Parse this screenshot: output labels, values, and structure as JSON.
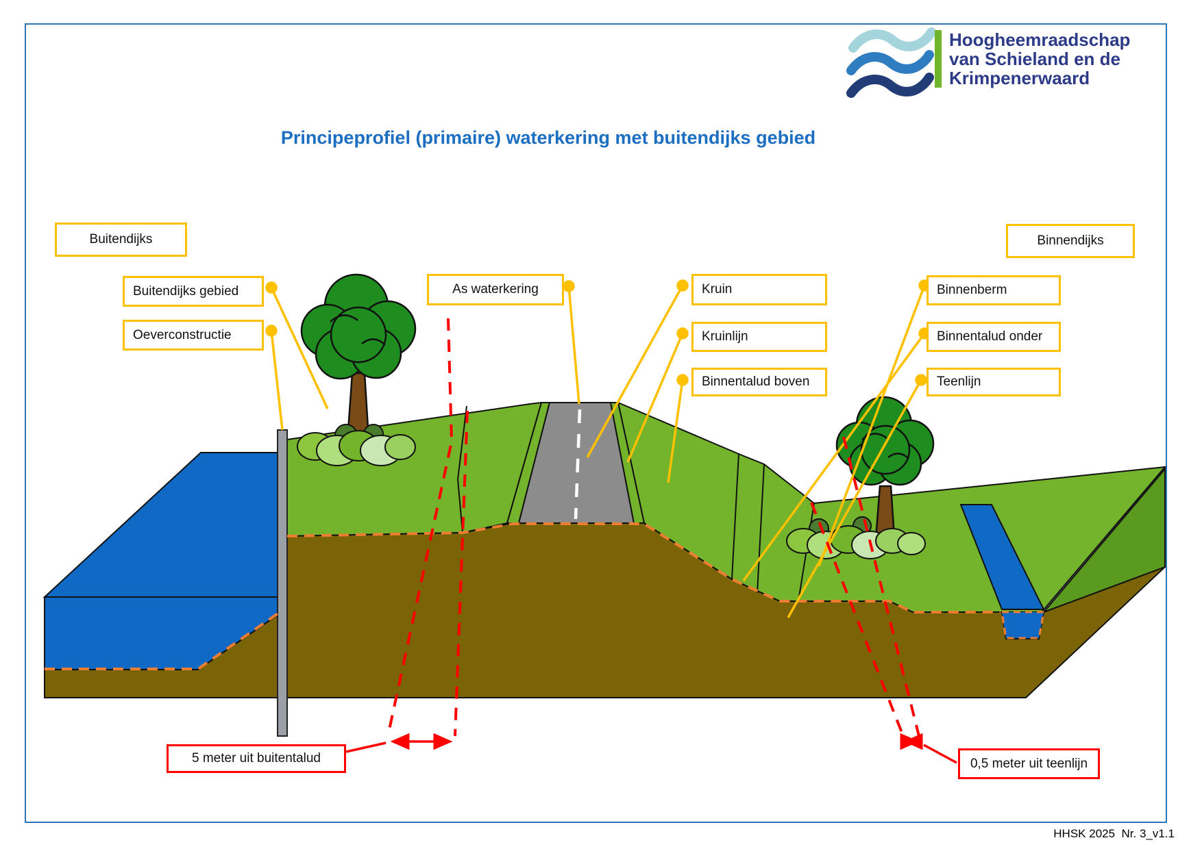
{
  "title": "Principeprofiel (primaire) waterkering met buitendijks gebied",
  "logo": {
    "line1": "Hoogheemraadschap",
    "line2": "van Schieland en de",
    "line3": "Krimpenerwaard"
  },
  "labels": {
    "buitendijks": "Buitendijks",
    "binnendijks": "Binnendijks",
    "buitendijks_gebied": "Buitendijks gebied",
    "oeverconstructie": "Oeverconstructie",
    "as_waterkering": "As waterkering",
    "kruin": "Kruin",
    "kruinlijn": "Kruinlijn",
    "binnentalud_boven": "Binnentalud boven",
    "binnenberm": "Binnenberm",
    "binnentalud_onder": "Binnentalud onder",
    "teenlijn": "Teenlijn"
  },
  "measurements": {
    "buitentalud": "5 meter uit buitentalud",
    "teenlijn": "0,5 meter uit teenlijn"
  },
  "footer": "HHSK 2025  Nr. 3_v1.1",
  "colors": {
    "accent_yellow": "#FFC000",
    "warning_red": "#FF0000",
    "water_blue": "#1169c6",
    "grass_green": "#74b42c",
    "soil_brown": "#7a6407",
    "road_gray": "#8c8c8c",
    "dash_orange": "#ed7d31",
    "title_blue": "#1b6ec2",
    "logo_navy": "#2c3a87",
    "logo_green": "#6fb52c",
    "frame_blue": "#2e75b6"
  }
}
